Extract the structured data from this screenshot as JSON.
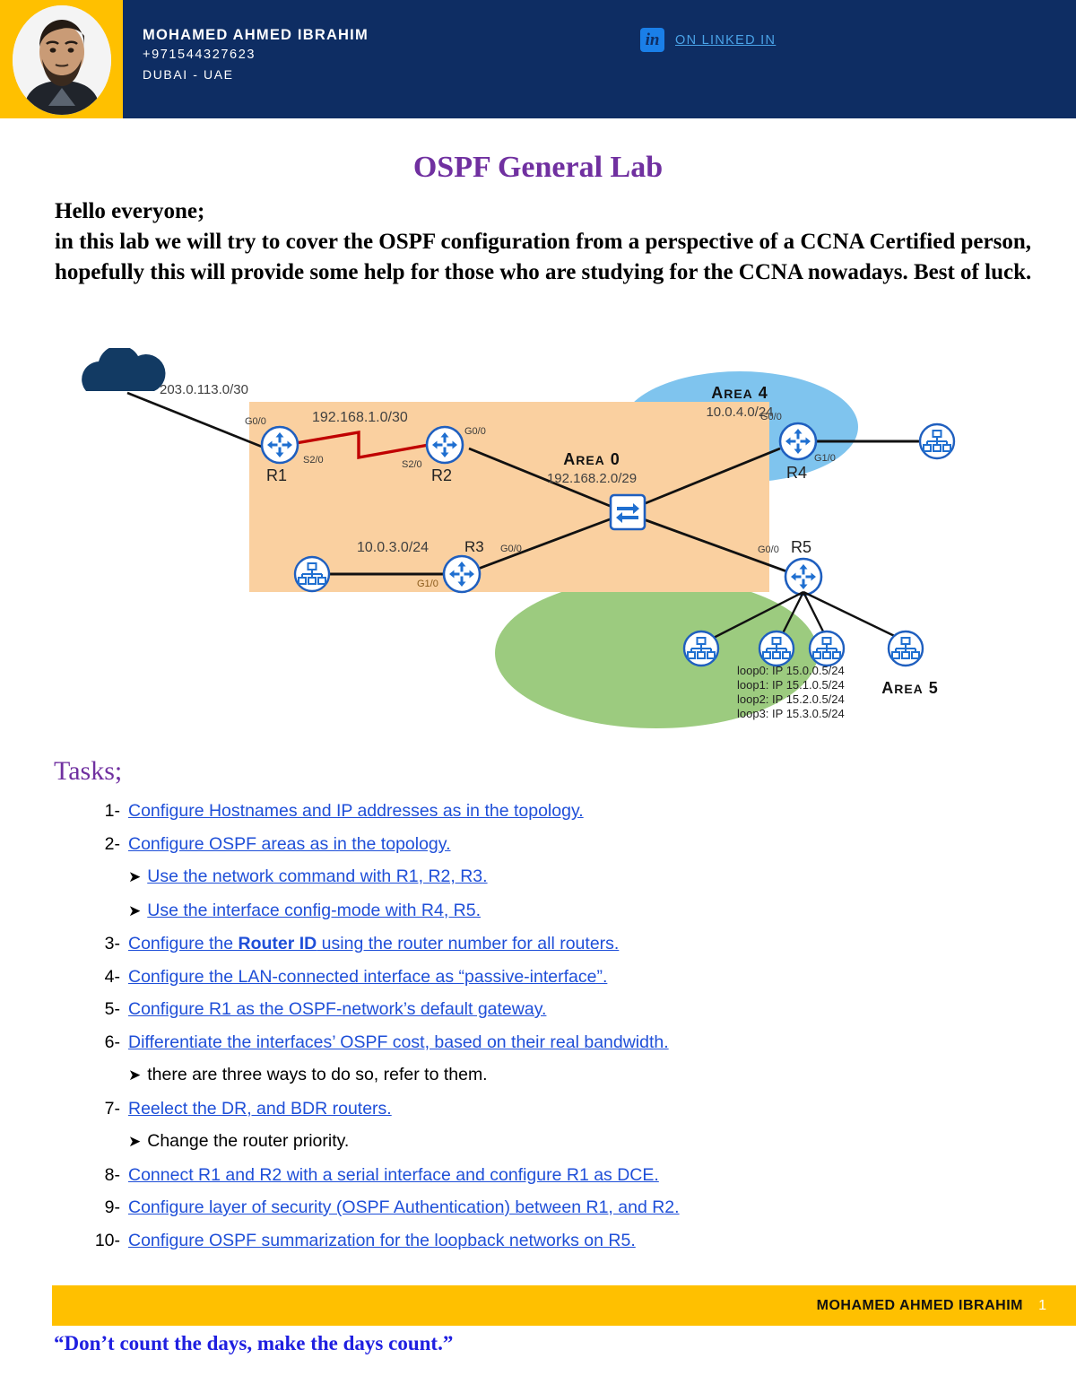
{
  "header": {
    "name": "MOHAMED AHMED IBRAHIM",
    "phone": "+971544327623",
    "location": "DUBAI - UAE",
    "linkedin_icon_text": "in",
    "linkedin_label": "ON LINKED IN",
    "bg_color": "#0E2D63",
    "accent_color": "#FFC000",
    "link_color": "#4AA3E8"
  },
  "document": {
    "title": "OSPF General Lab",
    "title_color": "#7030A0",
    "intro": "Hello everyone;\nin this lab we will try to cover the OSPF configuration from a perspective of a CCNA Certified person, hopefully this will provide some help for those who are studying for the CCNA nowadays. Best of luck.",
    "intro_line1": "Hello everyone;",
    "intro_line2": "in this lab we will try to cover the OSPF configuration from a perspective of a CCNA Certified person, hopefully this will provide some help for those who are studying for the CCNA nowadays. Best of luck."
  },
  "diagram": {
    "colors": {
      "area0_fill": "#FAD0A0",
      "area4_fill": "#7FC4EE",
      "area5_fill": "#9CCB7F",
      "cloud_fill": "#123A63",
      "serial_link": "#C00000",
      "device_stroke": "#1F5FBF",
      "label_text": "#404040"
    },
    "cloud_label": "203.0.113.0/30",
    "areas": [
      {
        "name": "AREA 0",
        "network": "192.168.2.0/29",
        "shape": "rect"
      },
      {
        "name": "AREA 4",
        "network": "10.0.4.0/24",
        "shape": "ellipse"
      },
      {
        "name": "AREA 5",
        "network": "",
        "shape": "ellipse"
      }
    ],
    "links": [
      {
        "label": "192.168.1.0/30",
        "type": "serial"
      },
      {
        "label": "10.0.3.0/24",
        "type": "ethernet"
      }
    ],
    "routers": [
      {
        "id": "R1",
        "interfaces": [
          "G0/0",
          "S2/0"
        ]
      },
      {
        "id": "R2",
        "interfaces": [
          "S2/0",
          "G0/0"
        ]
      },
      {
        "id": "R3",
        "interfaces": [
          "G1/0",
          "G0/0"
        ]
      },
      {
        "id": "R4",
        "interfaces": [
          "G0/0",
          "G1/0"
        ]
      },
      {
        "id": "R5",
        "interfaces": [
          "G0/0"
        ]
      }
    ],
    "loopbacks": [
      "loop0: IP 15.0.0.5/24",
      "loop1: IP 15.1.0.5/24",
      "loop2: IP 15.2.0.5/24",
      "loop3: IP 15.3.0.5/24"
    ]
  },
  "tasks": {
    "heading": "Tasks;",
    "items": [
      {
        "num": "1-",
        "text": "Configure Hostnames and IP addresses as in the topology.",
        "link": true,
        "subs": []
      },
      {
        "num": "2-",
        "text": "Configure OSPF areas as in the topology.",
        "link": true,
        "subs": [
          {
            "text": "Use the network command with R1, R2, R3.",
            "link": true
          },
          {
            "text": "Use the interface config-mode with R4, R5.",
            "link": true
          }
        ]
      },
      {
        "num": "3-",
        "text": "Configure the Router ID using the router number for all routers.",
        "link": true,
        "pre": "Configure the ",
        "bold": "Router ID",
        "post": " using the router number for all routers.",
        "subs": []
      },
      {
        "num": "4-",
        "text": "Configure the LAN-connected interface as “passive-interface”.",
        "link": true,
        "subs": []
      },
      {
        "num": "5-",
        "text": "Configure R1 as the OSPF-network’s default gateway.",
        "link": true,
        "subs": []
      },
      {
        "num": "6-",
        "text": "Differentiate the interfaces’ OSPF cost, based on their real bandwidth.",
        "link": true,
        "subs": [
          {
            "text": "there are three ways to do so, refer to them.",
            "link": false
          }
        ]
      },
      {
        "num": "7-",
        "text": "Reelect the DR, and BDR routers.",
        "link": true,
        "subs": [
          {
            "text": "Change the router priority.",
            "link": false
          }
        ]
      },
      {
        "num": "8-",
        "text": "Connect R1 and R2 with a serial interface and configure R1 as DCE.",
        "link": true,
        "subs": []
      },
      {
        "num": "9-",
        "text": "Configure layer of security (OSPF Authentication) between R1, and R2.",
        "link": true,
        "subs": []
      },
      {
        "num": "10-",
        "text": "Configure OSPF summarization for the loopback networks on R5.",
        "link": true,
        "subs": []
      }
    ]
  },
  "footer": {
    "name": "MOHAMED AHMED IBRAHIM",
    "page_number": "1",
    "quote": "“Don’t count the days, make the days count.”",
    "bar_color": "#FFC000",
    "quote_color": "#1F1FE0"
  }
}
